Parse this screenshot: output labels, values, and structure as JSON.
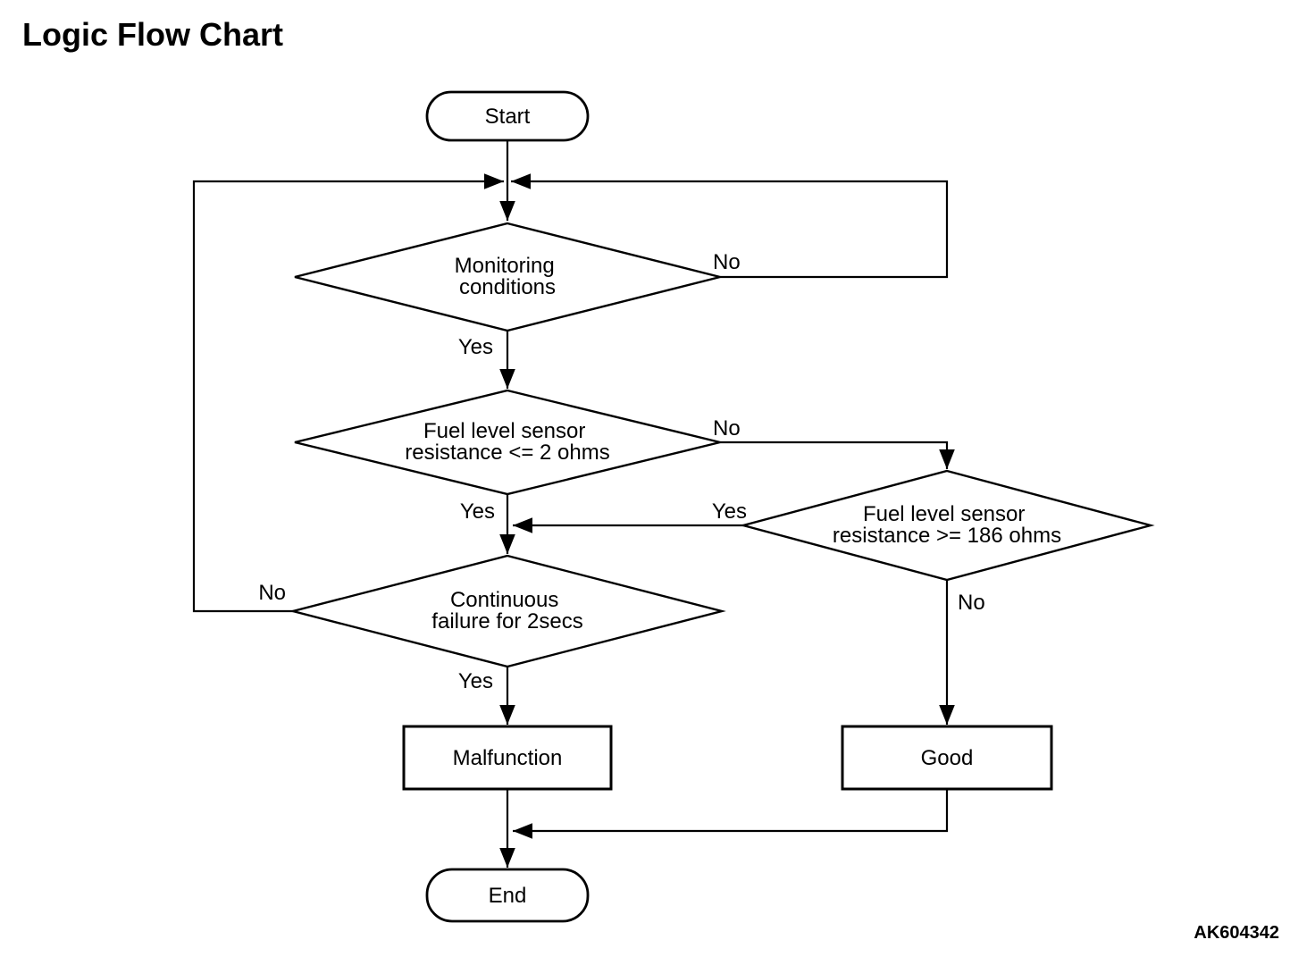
{
  "title": "Logic Flow Chart",
  "figure_code": "AK604342",
  "colors": {
    "background": "#ffffff",
    "line": "#000000",
    "text": "#000000"
  },
  "nodes": {
    "start": {
      "type": "terminator",
      "label": "Start"
    },
    "monitoring": {
      "type": "decision",
      "line1": "Monitoring",
      "line2": "conditions"
    },
    "fuel_low": {
      "type": "decision",
      "line1": "Fuel level sensor",
      "line2": "resistance <= 2 ohms"
    },
    "fuel_high": {
      "type": "decision",
      "line1": "Fuel level sensor",
      "line2": "resistance >= 186 ohms"
    },
    "continuous": {
      "type": "decision",
      "line1": "Continuous",
      "line2": "failure for 2secs"
    },
    "malfunction": {
      "type": "process",
      "label": "Malfunction"
    },
    "good": {
      "type": "process",
      "label": "Good"
    },
    "end": {
      "type": "terminator",
      "label": "End"
    }
  },
  "edge_labels": {
    "monitoring_no": "No",
    "monitoring_yes": "Yes",
    "fuel_low_no": "No",
    "fuel_low_yes": "Yes",
    "fuel_high_yes": "Yes",
    "fuel_high_no": "No",
    "continuous_no": "No",
    "continuous_yes": "Yes"
  }
}
